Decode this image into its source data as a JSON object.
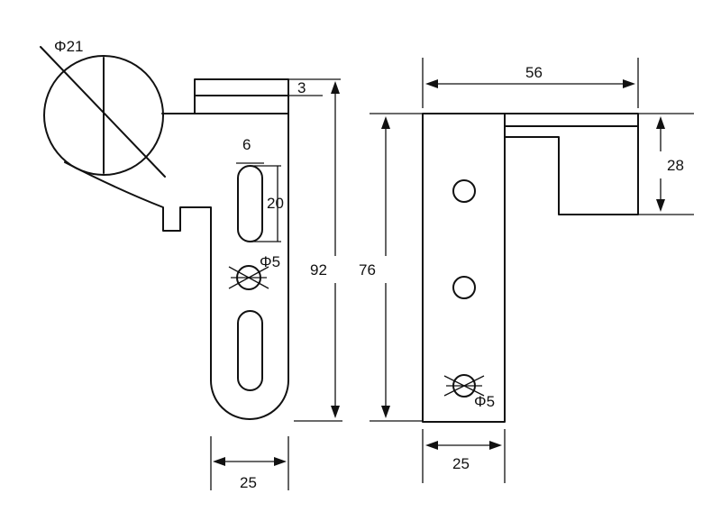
{
  "labels": {
    "dia21": "Φ21",
    "dim3": "3",
    "dim6": "6",
    "dim20": "20",
    "phi5_left": "Φ5",
    "dim92": "92",
    "dim76": "76",
    "dim25_left": "25",
    "dim56": "56",
    "dim28": "28",
    "phi5_right": "Φ5",
    "dim25_right": "25"
  }
}
